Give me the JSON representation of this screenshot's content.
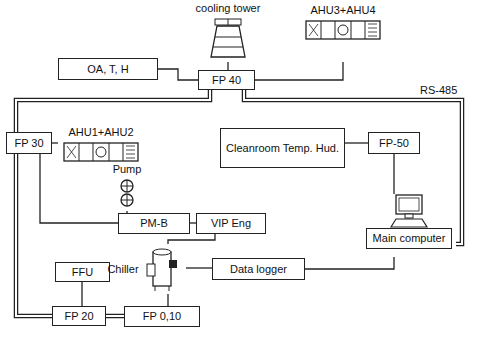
{
  "diagram": {
    "nodes": [
      {
        "text": [
          "OA, T, H"
        ]
      },
      {
        "text": [
          "cooling tower"
        ]
      },
      {
        "text": [
          "AHU3+AHU4"
        ]
      },
      {
        "text": [
          "FP 40"
        ]
      },
      {
        "text": [
          "FP 30"
        ]
      },
      {
        "text": [
          "AHU1+AHU2"
        ]
      },
      {
        "text": [
          "Cleanroom Temp. Hud."
        ]
      },
      {
        "text": [
          "FP-50"
        ]
      },
      {
        "text": [
          "Pump"
        ]
      },
      {
        "text": [
          "PM-B"
        ]
      },
      {
        "text": [
          "VIP Eng"
        ]
      },
      {
        "text": [
          "Main computer"
        ]
      },
      {
        "text": [
          "FFU"
        ]
      },
      {
        "text": [
          "Chiller"
        ]
      },
      {
        "text": [
          "Data logger"
        ]
      },
      {
        "text": [
          "FP 20"
        ]
      },
      {
        "text": [
          "FP 0,10"
        ]
      }
    ],
    "edges": [
      {
        "from": 0,
        "to": 3,
        "arrow": "none"
      },
      {
        "from": 1,
        "to": 3,
        "arrow": "none"
      },
      {
        "from": 2,
        "to": 3,
        "arrow": "none"
      },
      {
        "from": 3,
        "to": 4,
        "arrow": "none"
      },
      {
        "from": 3,
        "to": 11,
        "arrow": "none"
      },
      {
        "from": 4,
        "to": 5,
        "arrow": "none"
      },
      {
        "from": 4,
        "to": 15,
        "arrow": "none"
      },
      {
        "from": 4,
        "to": 9,
        "arrow": "none"
      },
      {
        "from": 5,
        "to": 8,
        "arrow": "none"
      },
      {
        "from": 8,
        "to": 9,
        "arrow": "none"
      },
      {
        "from": 6,
        "to": 7,
        "arrow": "none"
      },
      {
        "from": 7,
        "to": 11,
        "arrow": "none"
      },
      {
        "from": 9,
        "to": 10,
        "arrow": "none"
      },
      {
        "from": 10,
        "to": 13,
        "arrow": "none"
      },
      {
        "from": 13,
        "to": 14,
        "arrow": "none"
      },
      {
        "from": 14,
        "to": 11,
        "arrow": "none"
      },
      {
        "from": 12,
        "to": 15,
        "arrow": "none"
      },
      {
        "from": 15,
        "to": 16,
        "arrow": "none"
      },
      {
        "from": 16,
        "to": 13,
        "arrow": "none"
      }
    ],
    "labels": [
      "RS-485"
    ]
  }
}
